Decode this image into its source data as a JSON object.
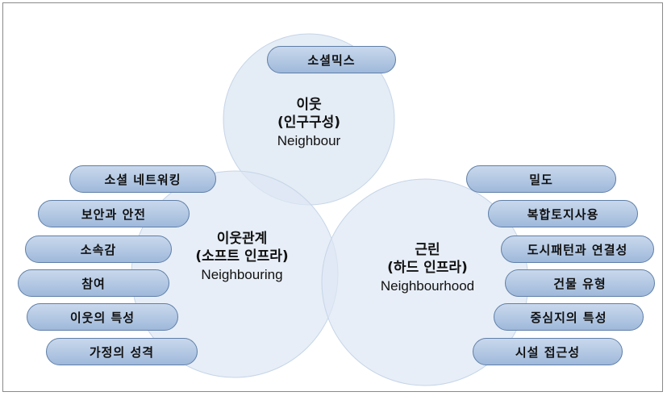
{
  "circles": {
    "top": {
      "title_ko": "이웃",
      "subtitle_ko": "(인구구성)",
      "title_en": "Neighbour"
    },
    "left": {
      "title_ko": "이웃관계",
      "subtitle_ko": "(소프트 인프라)",
      "title_en": "Neighbouring"
    },
    "right": {
      "title_ko": "근린",
      "subtitle_ko": "(하드 인프라)",
      "title_en": "Neighbourhood"
    }
  },
  "top_items": [
    "소셜믹스"
  ],
  "left_items": [
    "소셜 네트워킹",
    "보안과 안전",
    "소속감",
    "참여",
    "이웃의 특성",
    "가정의 성격"
  ],
  "right_items": [
    "밀도",
    "복합토지사용",
    "도시패턴과 연결성",
    "건물 유형",
    "중심지의 특성",
    "시설 접근성"
  ],
  "colors": {
    "circle_fill": "#dde7f3",
    "circle_stroke": "#c6d5e8",
    "pill_border": "#5f7fa8"
  }
}
